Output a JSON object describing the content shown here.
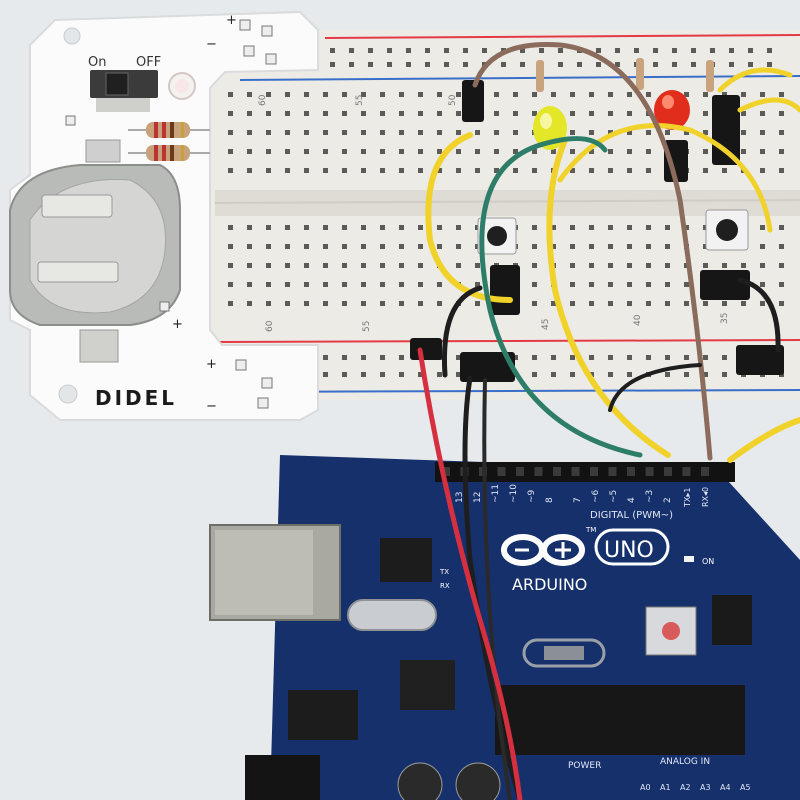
{
  "didel_board": {
    "switch_on": "On",
    "switch_off": "OFF",
    "brand": "DIDEL",
    "pin_plus": "+",
    "pin_minus": "−"
  },
  "breadboard": {
    "row_numbers": [
      "60",
      "55",
      "50",
      "45",
      "40",
      "35"
    ]
  },
  "arduino": {
    "brand": "ARDUINO",
    "model": "UNO",
    "tm": "TM",
    "on_label": "ON",
    "tx_label": "TX",
    "rx_label": "RX",
    "digital_label": "DIGITAL (PWM~)",
    "digital_pins": [
      "13",
      "12",
      "~11",
      "~10",
      "~9",
      "8",
      "7",
      "~6",
      "~5",
      "4",
      "~3",
      "2",
      "TX▸1",
      "RX◂0"
    ],
    "power_label": "POWER",
    "analog_label": "ANALOG IN",
    "analog_pins": [
      "A0",
      "A1",
      "A2",
      "A3",
      "A4",
      "A5"
    ]
  },
  "colors": {
    "board_blue": "#16306b",
    "wire_yellow": "#f0d22a",
    "wire_green": "#2e7d68",
    "wire_brown": "#8a6b5c",
    "wire_red": "#d63040",
    "wire_black": "#1e1e1e",
    "led_red": "#e02d1c",
    "led_yellow": "#e4e628"
  }
}
